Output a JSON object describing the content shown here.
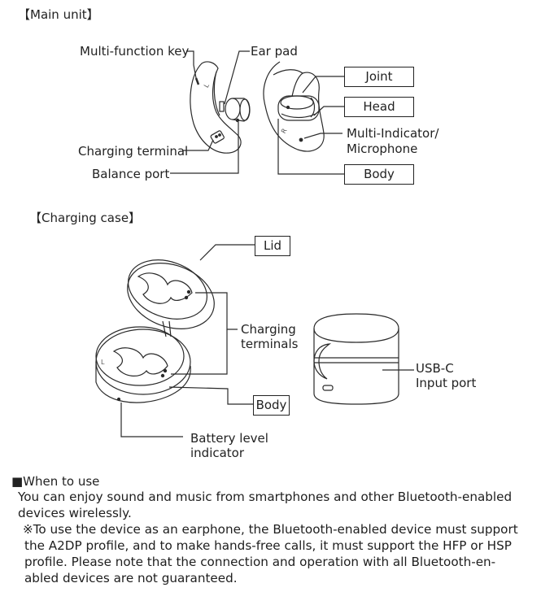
{
  "main_unit": {
    "heading": "【Main unit】",
    "labels": {
      "multi_function_key": "Multi-function key",
      "ear_pad": "Ear pad",
      "charging_terminal": "Charging terminal",
      "balance_port": "Balance port",
      "joint": "Joint",
      "head": "Head",
      "multi_indicator_line1": "Multi-Indicator/",
      "multi_indicator_line2": "Microphone",
      "body": "Body"
    }
  },
  "charging_case": {
    "heading": "【Charging case】",
    "labels": {
      "lid": "Lid",
      "charging_terminals_line1": "Charging",
      "charging_terminals_line2": "terminals",
      "body": "Body",
      "usb_c_line1": "USB-C",
      "usb_c_line2": "Input port",
      "battery_line1": "Battery level",
      "battery_line2": "indicator"
    }
  },
  "when_to_use": {
    "heading": "■When to use",
    "intro_line1": "You can enjoy sound and music from smartphones and other Bluetooth-enabled",
    "intro_line2": "devices wirelessly.",
    "note_line1": "※To use the device as an earphone, the Bluetooth-enabled device must support",
    "note_line2": "the A2DP profile, and to make hands-free calls, it must support the HFP or HSP",
    "note_line3": "profile. Please note that the connection and operation with all Bluetooth-en-",
    "note_line4": "abled devices are not guaranteed."
  },
  "icons": [
    "earphone-left-illustration",
    "earphone-right-illustration",
    "charging-case-open-illustration",
    "charging-case-side-illustration"
  ]
}
